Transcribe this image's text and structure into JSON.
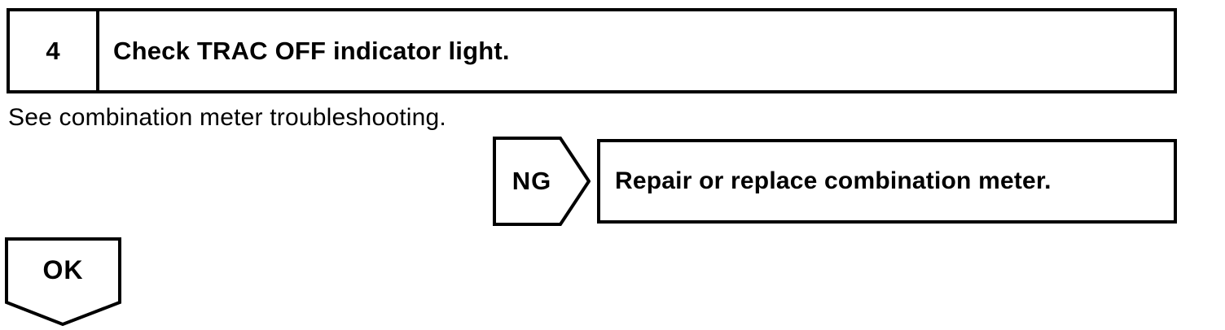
{
  "colors": {
    "ink": "#000000",
    "paper": "#ffffff"
  },
  "flowchart": {
    "step": {
      "number": "4",
      "title": "Check TRAC OFF indicator light."
    },
    "note": "See combination meter troubleshooting.",
    "ng_branch": {
      "label": "NG",
      "action": "Repair or replace combination meter."
    },
    "ok_branch": {
      "label": "OK"
    }
  }
}
